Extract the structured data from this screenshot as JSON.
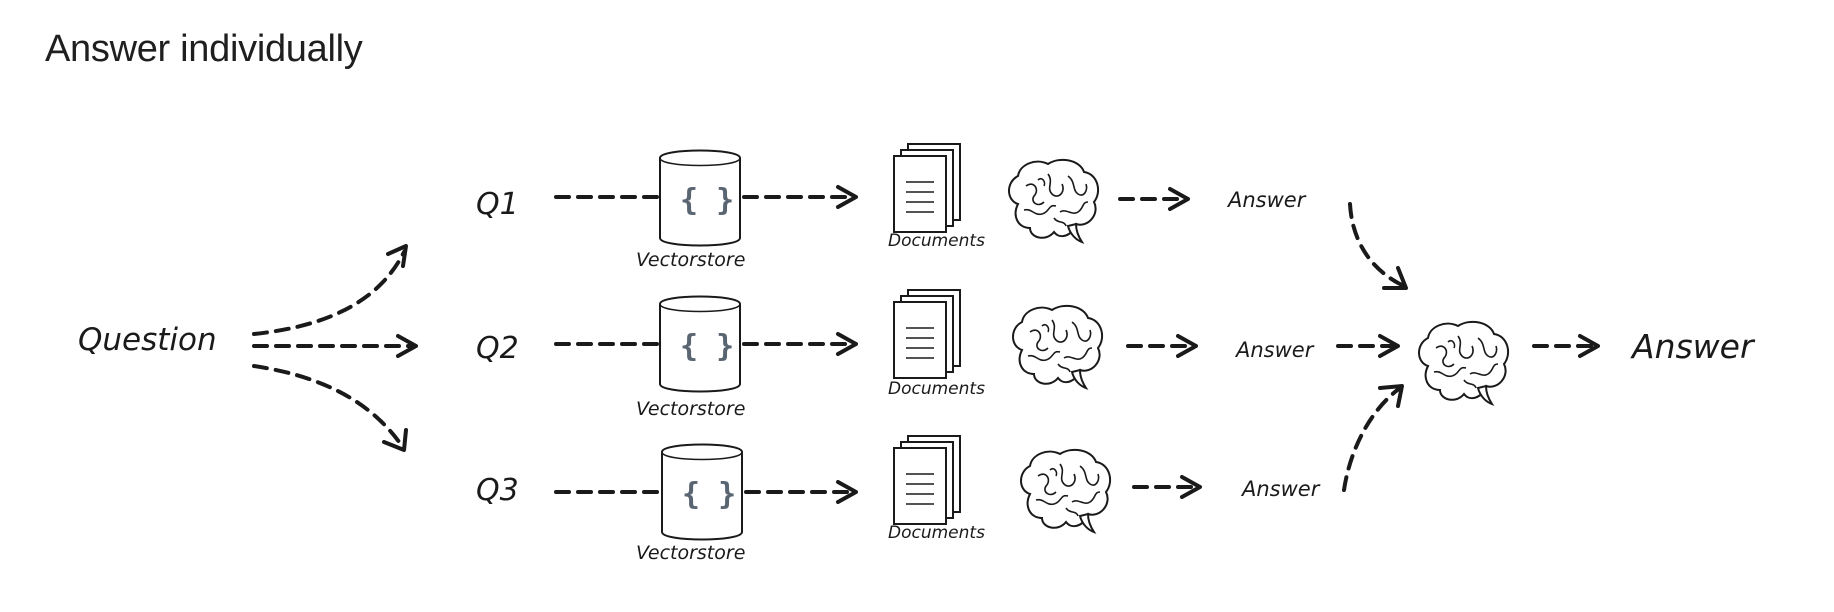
{
  "heading": "Answer individually",
  "diagram": {
    "input_label": "Question",
    "rows": [
      {
        "query": "Q1",
        "store_label": "Vectorstore",
        "docs_label": "Documents",
        "answer_label": "Answer"
      },
      {
        "query": "Q2",
        "store_label": "Vectorstore",
        "docs_label": "Documents",
        "answer_label": "Answer"
      },
      {
        "query": "Q3",
        "store_label": "Vectorstore",
        "docs_label": "Documents",
        "answer_label": "Answer"
      }
    ],
    "store_icon_text": "{ }",
    "final_label": "Answer",
    "icons": {
      "store": "database-icon",
      "docs": "documents-icon",
      "llm": "brain-icon"
    }
  }
}
